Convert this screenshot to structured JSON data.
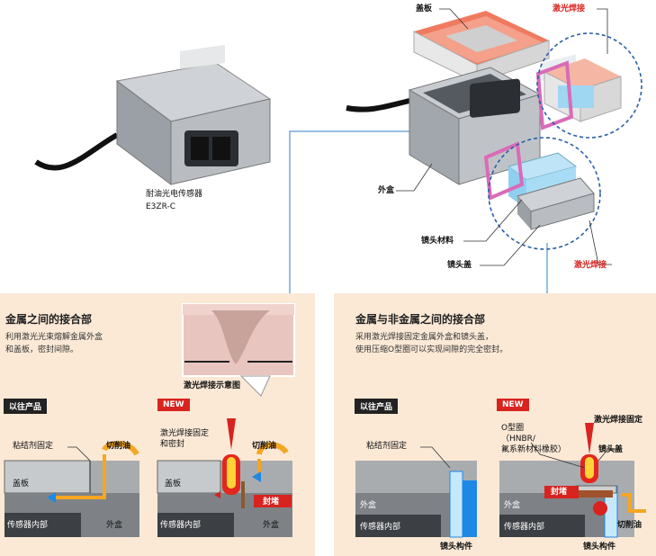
{
  "product": {
    "name": "耐油光电传感器",
    "model": "E3ZR-C"
  },
  "exploded": {
    "cover": "盖板",
    "laser_weld_top": "激光焊接",
    "housing": "外盒",
    "lens_material": "镜头材料",
    "lens_cover": "镜头盖",
    "laser_weld_bottom": "激光焊接"
  },
  "left_panel": {
    "title": "金属之间的接合部",
    "description": "利用激光光束熔解金属外盒\n和盖板，密封间隙。",
    "old_badge": "以往产品",
    "new_badge": "NEW",
    "photo_caption": "激光焊接示意图",
    "old": {
      "adhesive": "粘结剂固定",
      "cutting_oil": "切削油",
      "cover": "盖板",
      "inside": "传感器内部",
      "housing": "外盒"
    },
    "new": {
      "weld_fix": "激光焊接固定\n和密封",
      "cutting_oil": "切削油",
      "cover": "盖板",
      "inside": "传感器内部",
      "housing": "外盒",
      "block": "封堵"
    }
  },
  "right_panel": {
    "title": "金属与非金属之间的接合部",
    "description": "采用激光焊接固定金属外盒和镜头盖，\n使用压缩O型圈可以实现间隙的完全密封。",
    "old_badge": "以往产品",
    "new_badge": "NEW",
    "old": {
      "adhesive": "粘结剂固定",
      "housing": "外盒",
      "inside": "传感器内部",
      "lens_part": "镜头构件"
    },
    "new": {
      "weld_fix": "激光焊接固定",
      "o_ring": "O型圈\n（HNBR/\n氟系新材料橡胶）",
      "lens_cover": "镜头盖",
      "block": "封堵",
      "housing": "外盒",
      "inside": "传感器内部",
      "cutting_oil": "切削油",
      "lens_part": "镜头构件"
    }
  },
  "colors": {
    "panel_bg": "#fbe9d6",
    "accent_red": "#d8231f",
    "oil": "#f5a623",
    "blue": "#1e88e5",
    "ring": "#d96bb8",
    "dash": "#2a5fa6"
  }
}
